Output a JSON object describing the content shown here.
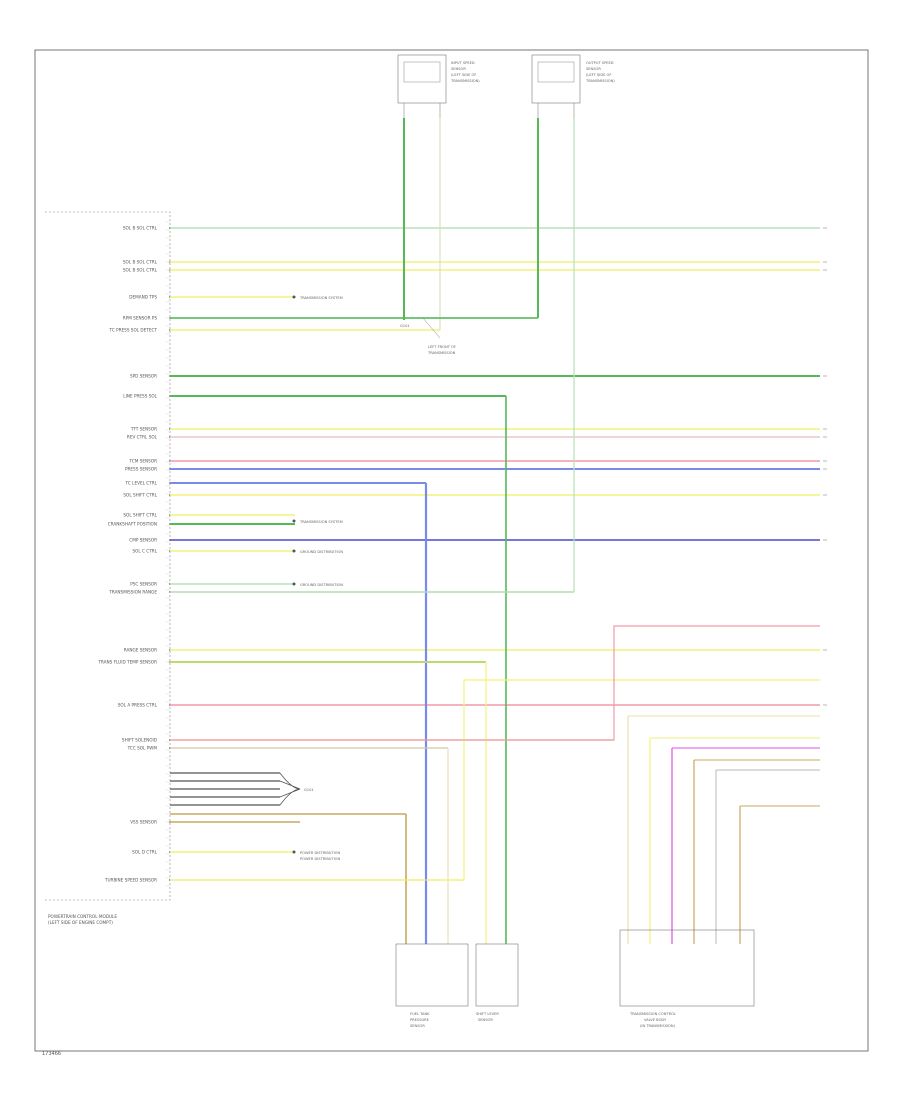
{
  "footer_code": "173466",
  "pcm": {
    "label_lines": [
      "POWERTRAIN CONTROL MODULE",
      "(LEFT SIDE OF ENGINE COMPT)"
    ]
  },
  "top_sensors": [
    {
      "label_lines": [
        "INPUT SPEED",
        "SENSOR",
        "(LEFT SIDE OF",
        "TRANSMISSION)"
      ]
    },
    {
      "label_lines": [
        "OUTPUT SPEED",
        "SENSOR",
        "(LEFT SIDE OF",
        "TRANSMISSION)"
      ]
    }
  ],
  "splice_label_lines": [
    "LEFT FRONT OF",
    "TRANSMISSION"
  ],
  "signals": [
    {
      "label": "SOL B SOL CTRL",
      "color": "#b8e0b8"
    },
    {
      "label": "SOL B SOL CTRL",
      "color": "#f2f27a"
    },
    {
      "label": "SOL B SOL CTRL",
      "color": "#f2f27a"
    },
    {
      "label": "DEMAND TPS",
      "color": "#f2f27a"
    },
    {
      "label": "RPM SENSOR PS",
      "color": "#b8e0b8"
    },
    {
      "label": "TC PRESS SOL DETECT",
      "color": "#f2f27a"
    },
    {
      "label": "SPD SENSOR",
      "color": "#58b858"
    },
    {
      "label": "LINE PRESS SOL",
      "color": "#7ae8f2"
    },
    {
      "label": "TFT SENSOR",
      "color": "#f2f27a"
    },
    {
      "label": "REV CTRL SOL",
      "color": "#e8c8c8"
    },
    {
      "label": "TCM SENSOR",
      "color": "#f29aaa"
    },
    {
      "label": "PRESS SENSOR",
      "color": "#7a8ae8"
    },
    {
      "label": "TC LEVEL CTRL",
      "color": "#f2f27a"
    },
    {
      "label": "SOL SHIFT CTRL",
      "color": "#f2f27a"
    },
    {
      "label": "SOL SHIFT CTRL",
      "color": "#f2f27a"
    },
    {
      "label": "CRANKSHAFT POSITION",
      "color": "#58b858"
    },
    {
      "label": "CMP SENSOR",
      "color": "#4a4ac8"
    },
    {
      "label": "SOL C CTRL",
      "color": "#f2f27a"
    },
    {
      "label": "PSC SENSOR",
      "color": "#b8e0b8"
    },
    {
      "label": "TRANSMISSION RANGE",
      "color": "#b8e0b8"
    },
    {
      "label": "RANGE SENSOR",
      "color": "#f2f27a"
    },
    {
      "label": "TRANS FLUID TEMP SENSOR",
      "color": "#58b858"
    },
    {
      "label": "SOL A PRESS CTRL",
      "color": "#f29aaa"
    },
    {
      "label": "SHIFT SOLENOID",
      "color": "#e8e0b0"
    },
    {
      "label": "TCC SOL PWM",
      "color": "#b8b8b8"
    },
    {
      "label": "VSS SENSOR",
      "color": "#c8a860"
    },
    {
      "label": "SOL D CTRL",
      "color": "#f2f27a"
    },
    {
      "label": "TURBINE SPEED SENSOR",
      "color": "#f2f27a"
    }
  ],
  "side_notes": [
    "TRANSMISSION SYSTEM",
    "TRANSMISSION SYSTEM",
    "GROUND DISTRIBUTION",
    "GROUND DISTRIBUTION",
    "POWER DISTRIBUTION",
    "POWER DISTRIBUTION"
  ],
  "ground_tag": "G101",
  "bottom_components": [
    {
      "label_lines": [
        "FUEL TANK",
        "PRESSURE",
        "SENSOR"
      ]
    },
    {
      "label_lines": [
        "SHIFT LEVER",
        "SENSOR"
      ]
    },
    {
      "label_lines": [
        "TRANSMISSION CONTROL",
        "VALVE BODY",
        "(IN TRANSMISSION)"
      ]
    }
  ]
}
